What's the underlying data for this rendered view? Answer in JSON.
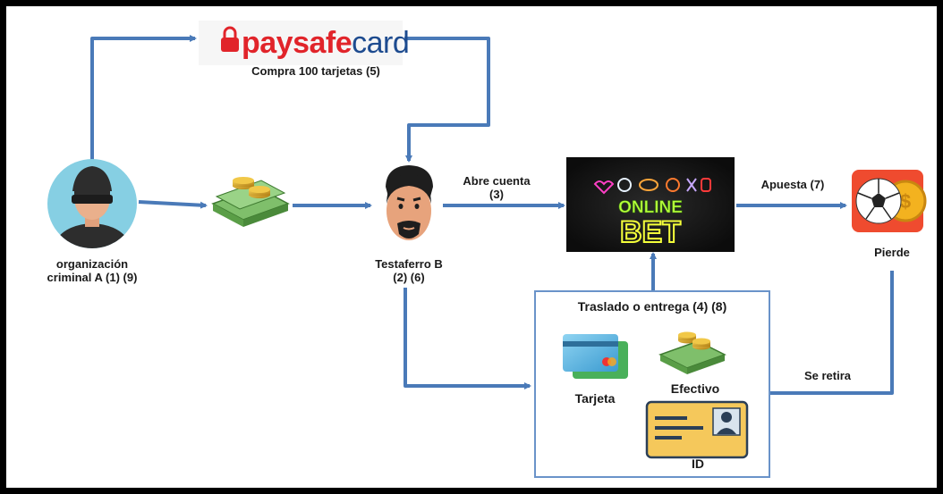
{
  "brand": {
    "logo_prefix": "paysafe",
    "logo_suffix": "card",
    "colors": {
      "logo_red": "#e1242a",
      "logo_blue": "#1d4b8f"
    }
  },
  "nodes": {
    "criminal": {
      "line1": "organización",
      "line2": "criminal A (1) (9)",
      "icon": "thief-avatar-icon"
    },
    "paysafe": {
      "caption": "Compra 100 tarjetas (5)"
    },
    "cash": {
      "icon": "cash-stack-icon"
    },
    "testaferro": {
      "line1": "Testaferro B",
      "line2": "(2) (6)",
      "icon": "man-face-icon"
    },
    "online_bet": {
      "neon_line1": "ONLINE",
      "neon_line2": "BET",
      "icon": "online-bet-neon-sign"
    },
    "pierde": {
      "label": "Pierde",
      "icon": "soccer-ball-coin-icon"
    },
    "traslado": {
      "title": "Traslado o entrega (4) (8)",
      "tarjeta": "Tarjeta",
      "efectivo": "Efectivo",
      "id": "ID"
    }
  },
  "edges": {
    "abre_cuenta_line1": "Abre cuenta",
    "abre_cuenta_line2": "(3)",
    "apuesta": "Apuesta (7)",
    "se_retira": "Se retira"
  },
  "colors": {
    "arrow": "#4a7ab8",
    "box_border": "#6a93c9",
    "neon_green": "#b6ff3a",
    "sign_bg": "#151515"
  }
}
